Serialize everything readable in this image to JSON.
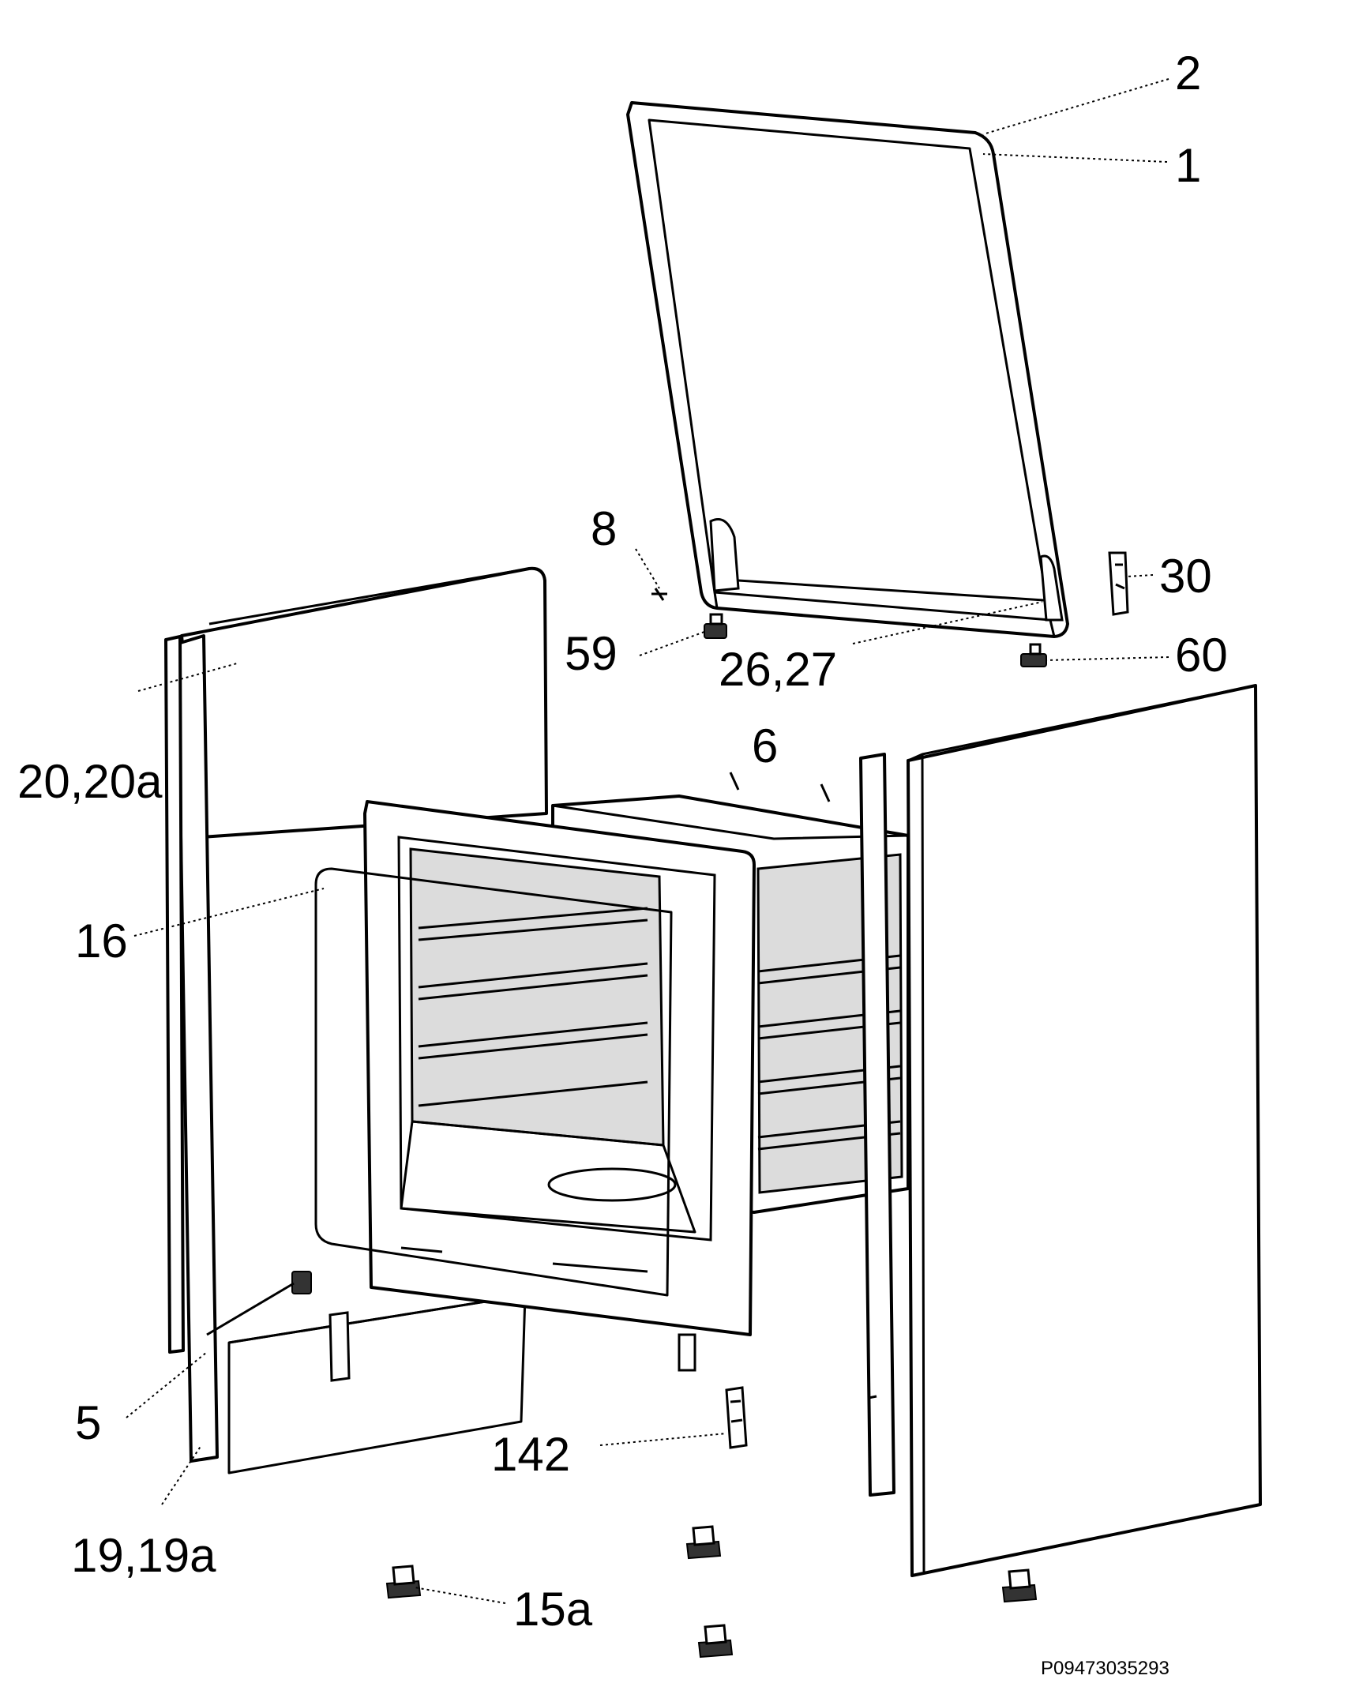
{
  "labels": {
    "l2": "2",
    "l1": "1",
    "l8": "8",
    "l30": "30",
    "l59": "59",
    "l26_27": "26,27",
    "l60": "60",
    "l6": "6",
    "l20_20a": "20,20a",
    "l16": "16",
    "l5": "5",
    "l142": "142",
    "l19_19a": "19,19a",
    "l15a": "15a"
  },
  "drawing_code": "P09473035293"
}
